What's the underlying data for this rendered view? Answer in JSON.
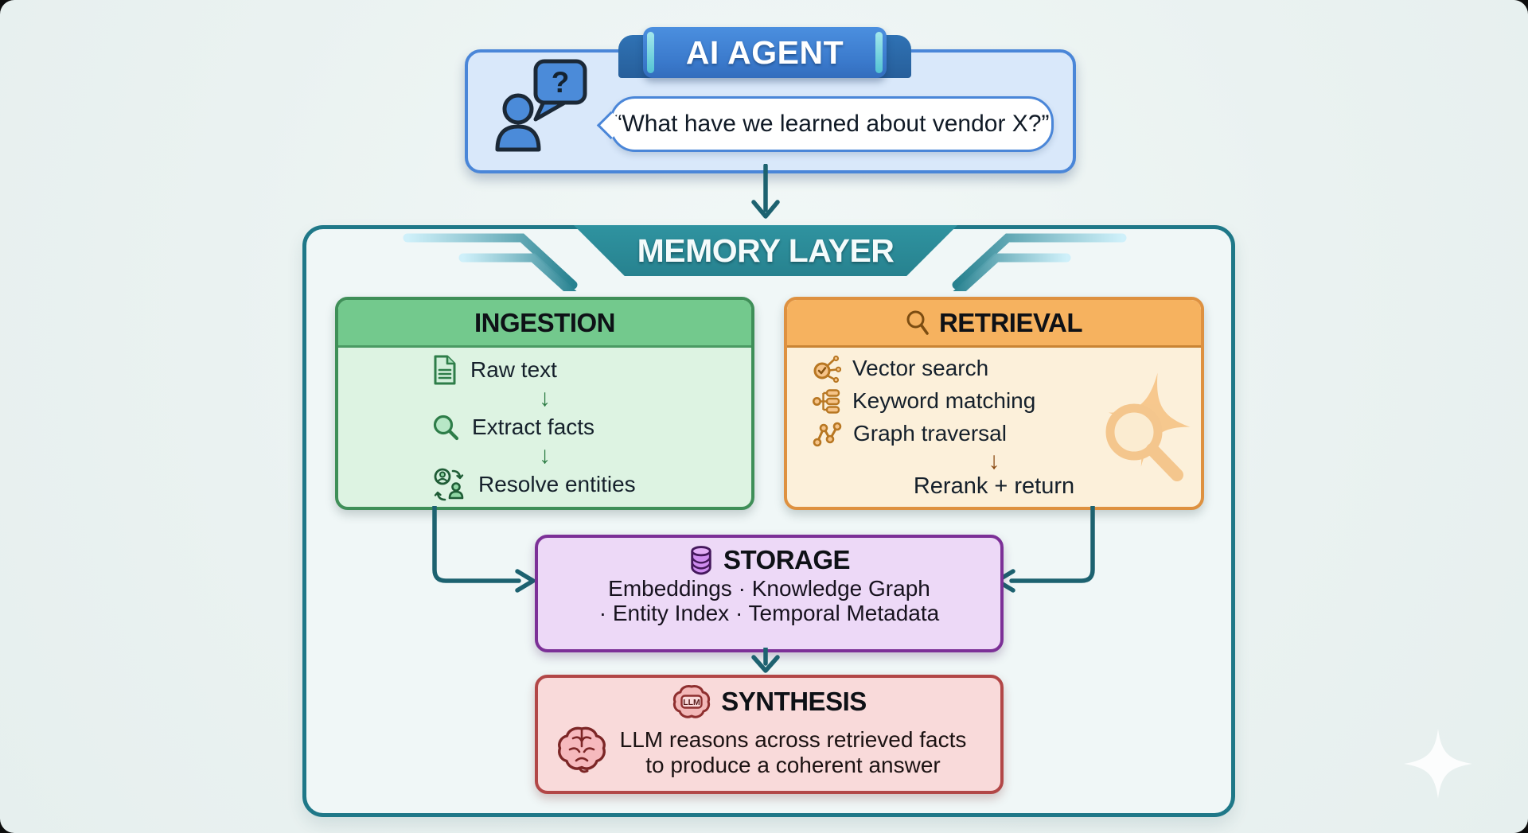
{
  "ai_agent": {
    "badge_label": "AI AGENT",
    "question_mark": "?",
    "user_question": "“What have we learned about vendor X?”"
  },
  "memory_layer": {
    "banner_label": "MEMORY LAYER",
    "ingestion": {
      "title": "INGESTION",
      "flow_arrow": "↓",
      "steps": [
        {
          "icon": "document-icon",
          "label": "Raw text"
        },
        {
          "icon": "magnifier-icon",
          "label": "Extract facts"
        },
        {
          "icon": "resolve-entities-icon",
          "label": "Resolve entities"
        }
      ]
    },
    "retrieval": {
      "title": "RETRIEVAL",
      "flow_arrow": "↓",
      "methods": [
        {
          "icon": "vector-search-icon",
          "label": "Vector search"
        },
        {
          "icon": "keyword-matching-icon",
          "label": "Keyword matching"
        },
        {
          "icon": "graph-traversal-icon",
          "label": "Graph traversal"
        }
      ],
      "result_label": "Rerank + return"
    },
    "storage": {
      "title": "STORAGE",
      "line1": "Embeddings · Knowledge Graph",
      "line2": "· Entity Index · Temporal Metadata"
    },
    "synthesis": {
      "title": "SYNTHESIS",
      "chip_label": "LLM",
      "line1": "LLM reasons across retrieved facts",
      "line2": "to produce a coherent answer"
    }
  },
  "palette": {
    "agent_blue": "#3d7fd3",
    "agent_box_fill": "#d9e8fa",
    "memory_teal": "#2b8a96",
    "memory_border": "#1f7888",
    "ingestion_green": "#73c98d",
    "ingestion_fill": "#ddf3e2",
    "retrieval_orange": "#f6b25f",
    "retrieval_fill": "#fcf0da",
    "storage_purple": "#7c3097",
    "storage_fill": "#edd9f7",
    "synthesis_red": "#b24747",
    "synthesis_fill": "#f9dada",
    "arrow_teal": "#1d6270"
  }
}
